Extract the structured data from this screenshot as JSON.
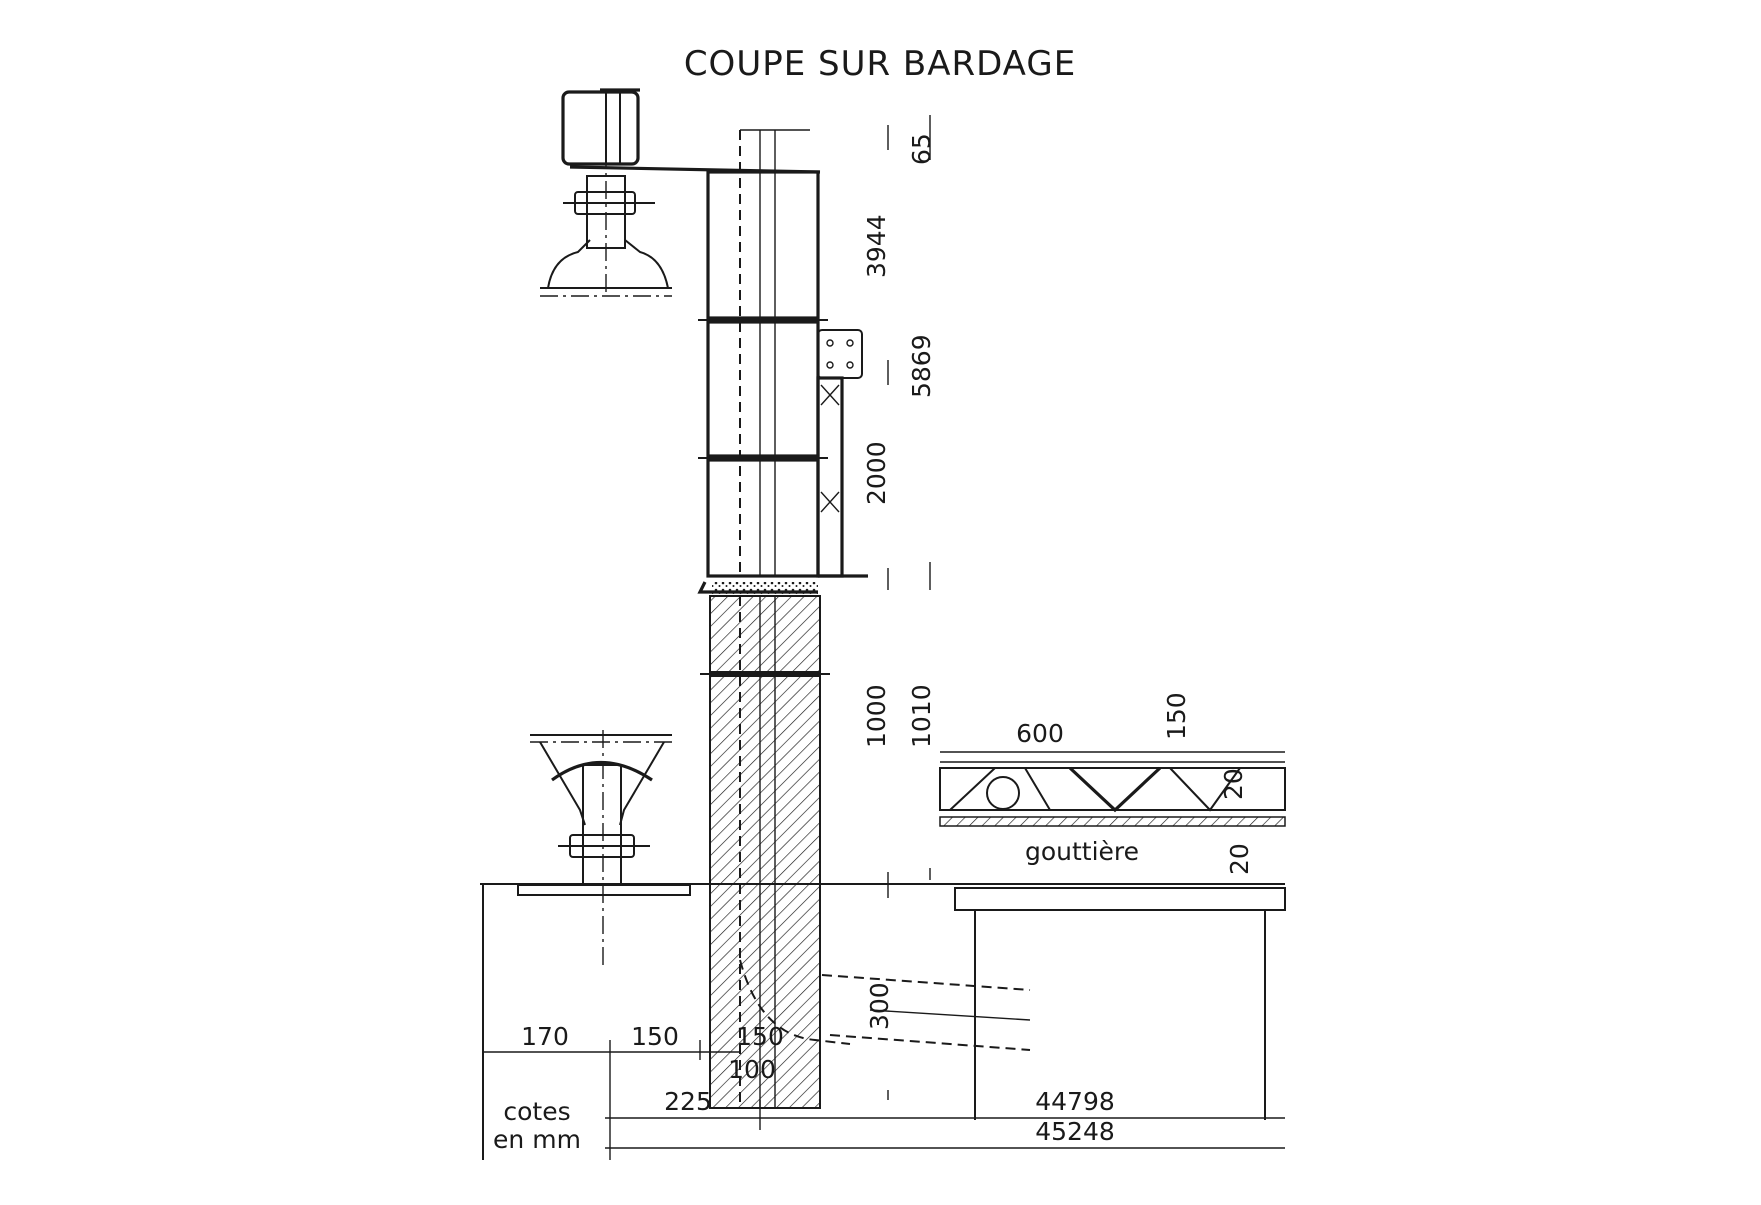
{
  "drawing": {
    "title": "COUPE SUR BARDAGE",
    "units_note": [
      "cotes",
      "en mm"
    ],
    "gutter_label": "gouttière",
    "vertical_dims": [
      "65",
      "3944",
      "5869",
      "2000",
      "1000",
      "1010",
      "300"
    ],
    "horizontal_dims": {
      "d170": "170",
      "d150_left": "150",
      "d150_right": "150",
      "d100": "100",
      "d225": "225",
      "d44798": "44798",
      "d45248": "45248"
    },
    "gutter_dims": {
      "d600": "600",
      "d150": "150",
      "d20_top": "20",
      "d20_bottom": "20"
    }
  }
}
